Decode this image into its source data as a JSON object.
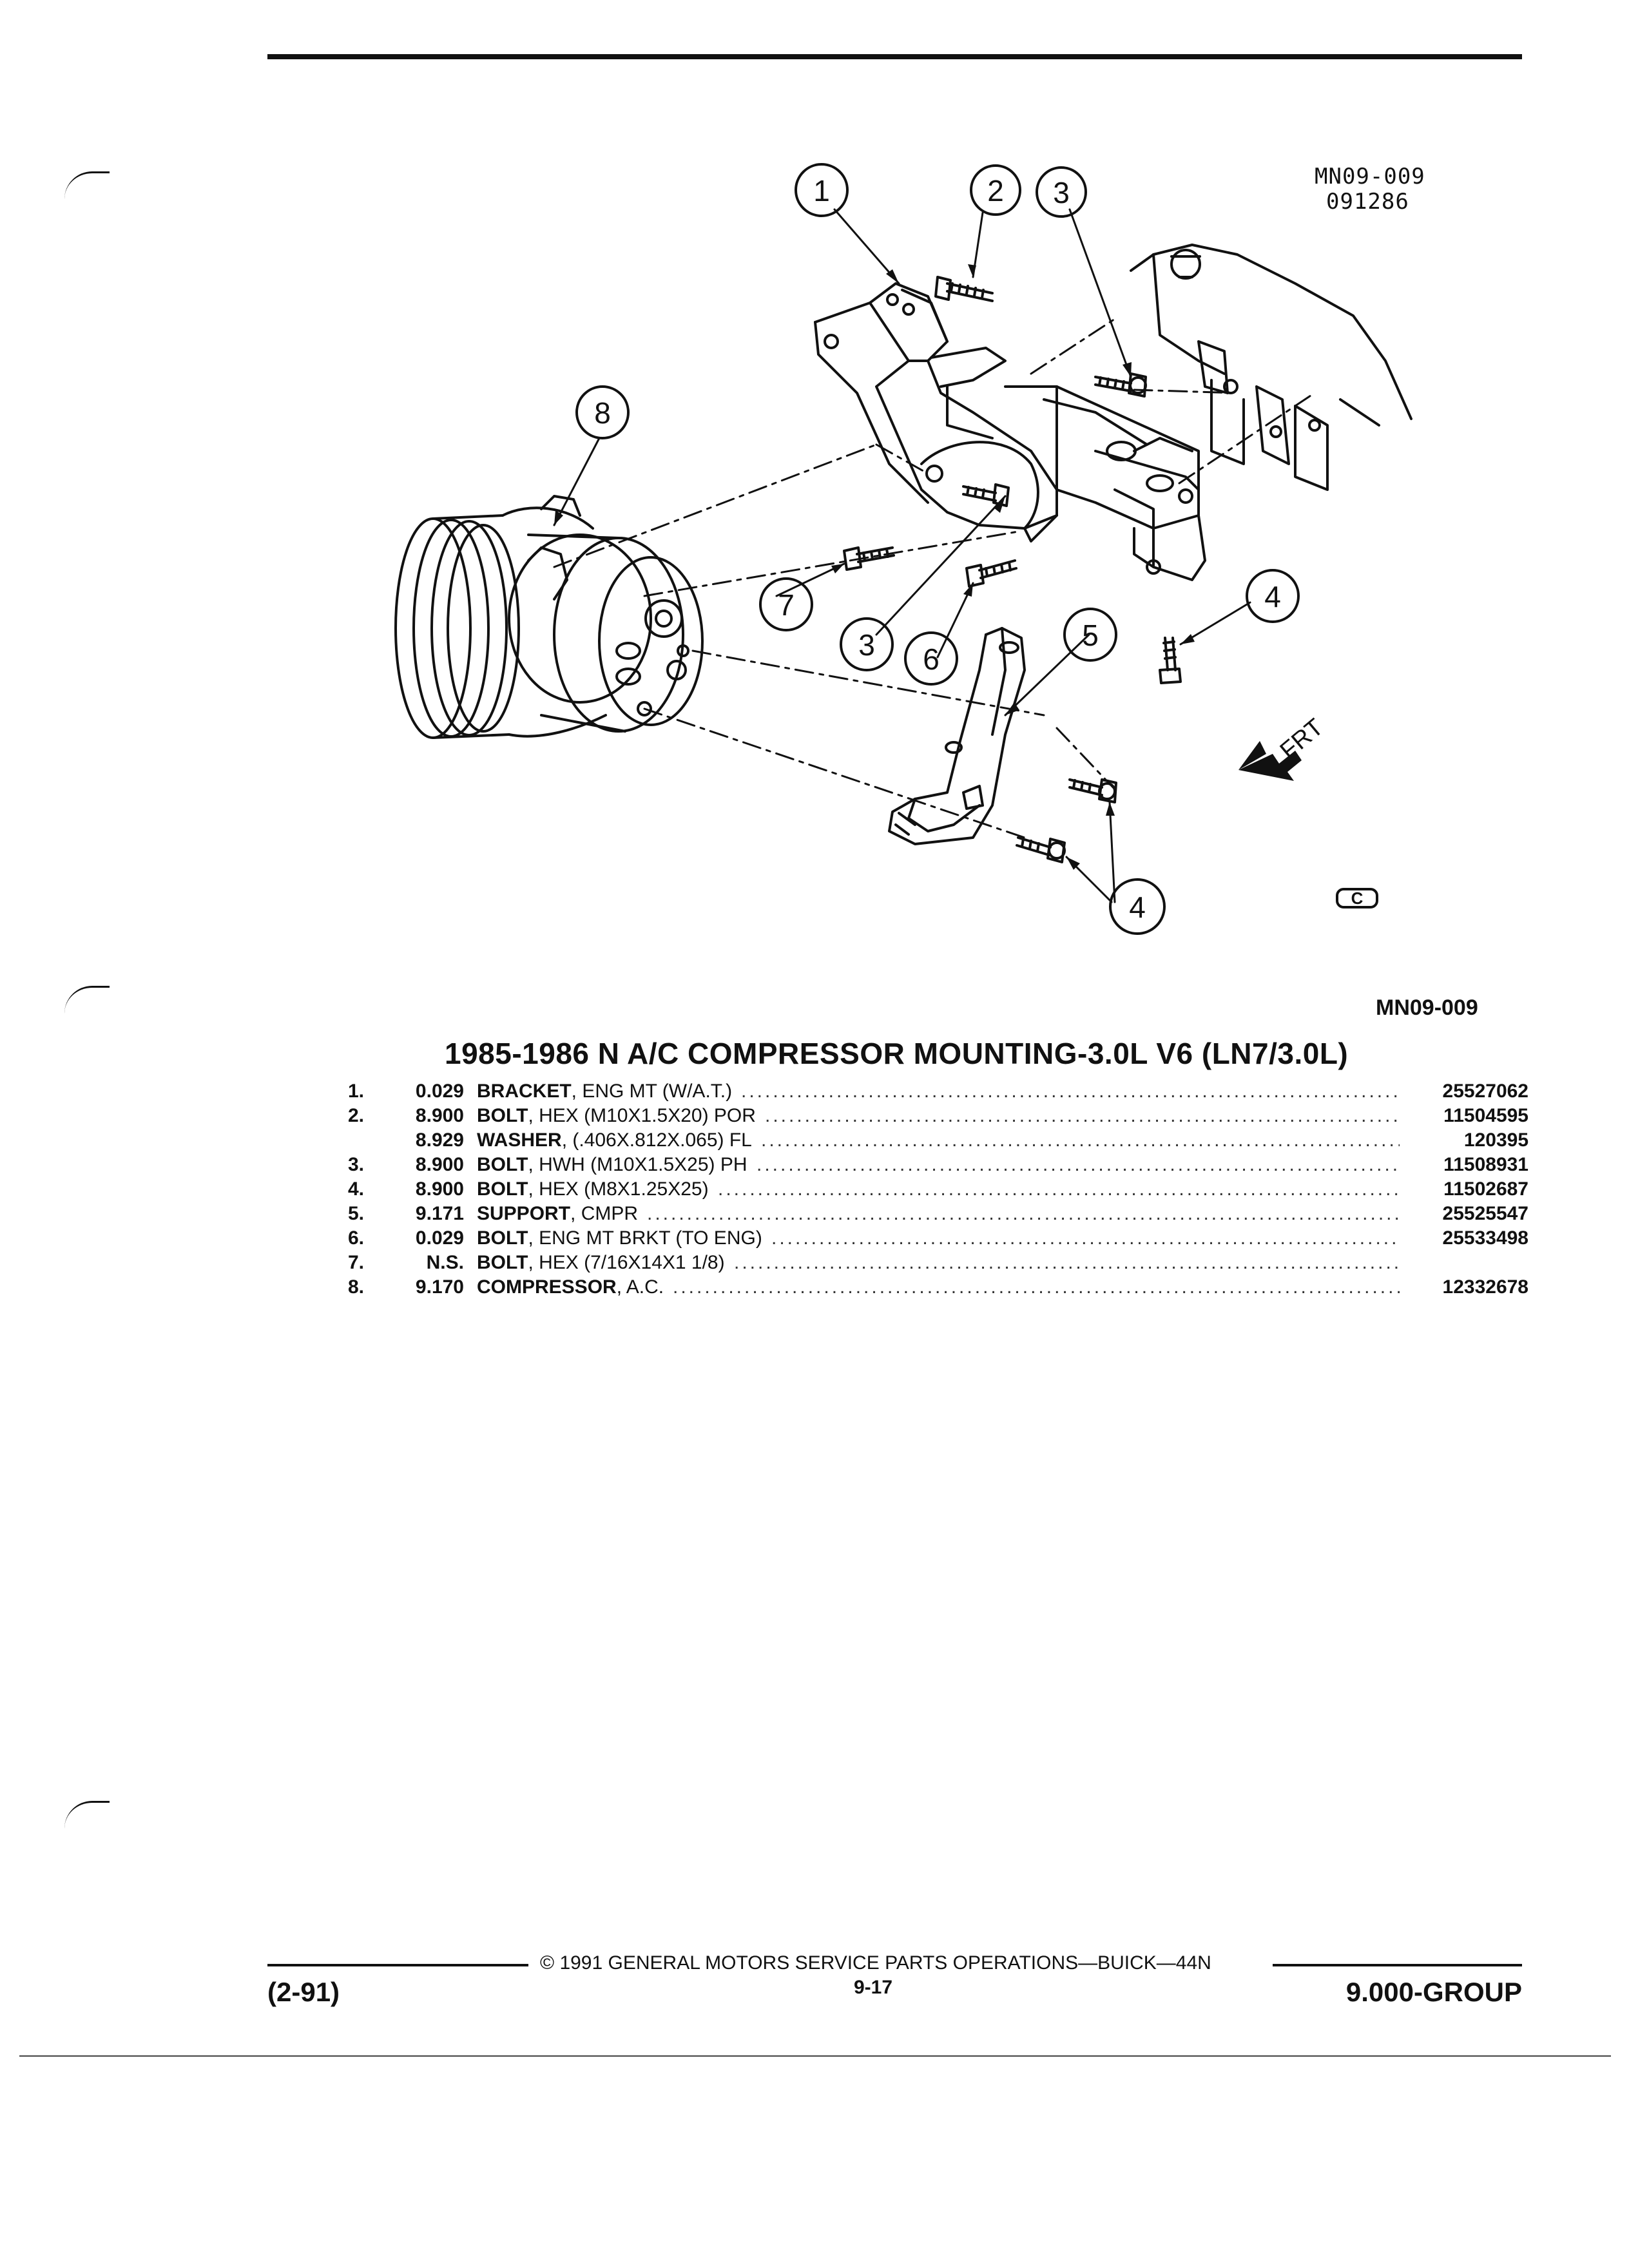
{
  "figure": {
    "ref_id": "MN09-009",
    "ref_date": "091286",
    "caption_id": "MN09-009",
    "front_label": "FRT",
    "logo": "C",
    "callouts": [
      "1",
      "2",
      "3",
      "8",
      "3",
      "7",
      "6",
      "5",
      "4",
      "4"
    ]
  },
  "title": "1985-1986 N A/C COMPRESSOR MOUNTING-3.0L V6 (LN7/3.0L)",
  "parts": [
    {
      "num": "1.",
      "group": "0.029",
      "name": "BRACKET",
      "spec": ", ENG MT (W/A.T.)",
      "part": "25527062"
    },
    {
      "num": "2.",
      "group": "8.900",
      "name": "BOLT",
      "spec": ", HEX (M10X1.5X20) POR",
      "part": "11504595"
    },
    {
      "num": "",
      "group": "8.929",
      "name": "WASHER",
      "spec": ", (.406X.812X.065) FL",
      "part": "120395"
    },
    {
      "num": "3.",
      "group": "8.900",
      "name": "BOLT",
      "spec": ", HWH (M10X1.5X25) PH",
      "part": "11508931"
    },
    {
      "num": "4.",
      "group": "8.900",
      "name": "BOLT",
      "spec": ", HEX (M8X1.25X25)",
      "part": "11502687"
    },
    {
      "num": "5.",
      "group": "9.171",
      "name": "SUPPORT",
      "spec": ", CMPR",
      "part": "25525547"
    },
    {
      "num": "6.",
      "group": "0.029",
      "name": "BOLT",
      "spec": ", ENG MT BRKT (TO ENG)",
      "part": "25533498"
    },
    {
      "num": "7.",
      "group": "N.S.",
      "name": "BOLT",
      "spec": ", HEX (7/16X14X1 1/8)",
      "part": ""
    },
    {
      "num": "8.",
      "group": "9.170",
      "name": "COMPRESSOR",
      "spec": ", A.C.",
      "part": "12332678"
    }
  ],
  "footer": {
    "copyright": "© 1991 GENERAL MOTORS SERVICE PARTS OPERATIONS—BUICK—44N",
    "page": "9-17",
    "revision": "(2-91)",
    "group": "9.000-GROUP"
  }
}
